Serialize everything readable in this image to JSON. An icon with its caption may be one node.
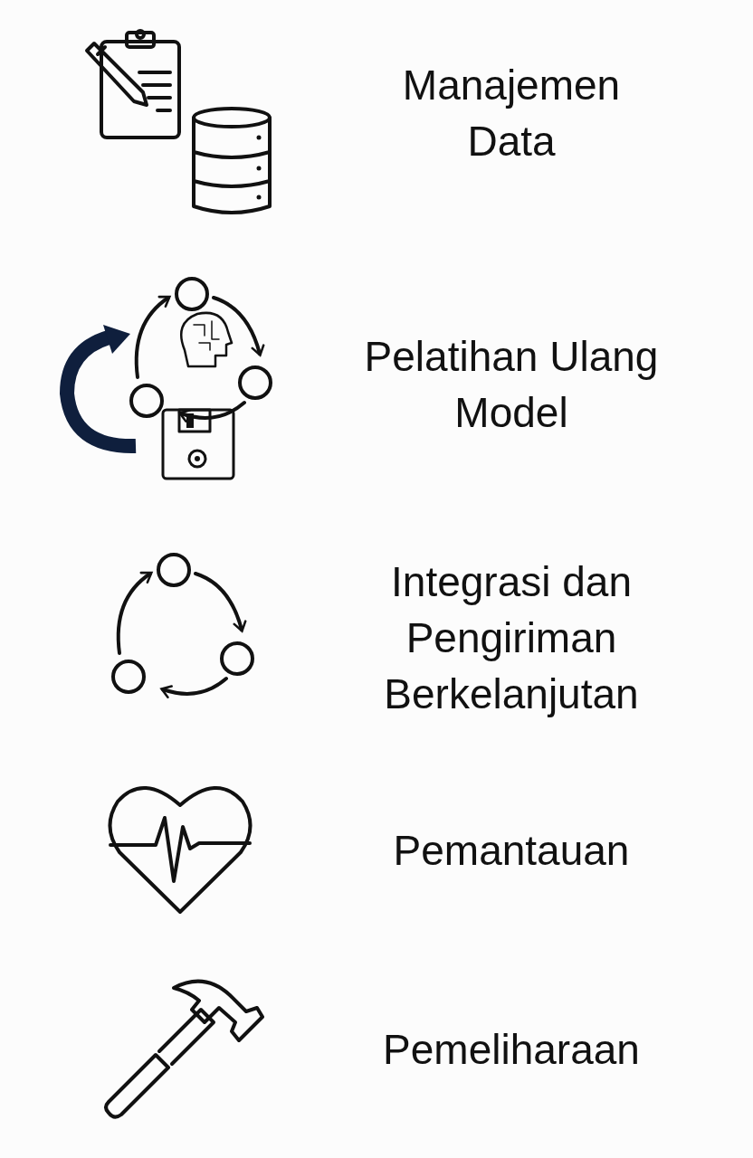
{
  "diagram": {
    "labels": [
      "Manajemen Data",
      "Pelatihan Ulang Model",
      "Integrasi dan Pengiriman Berkelanjutan",
      "Pemantauan",
      "Pemeliharaan"
    ]
  }
}
